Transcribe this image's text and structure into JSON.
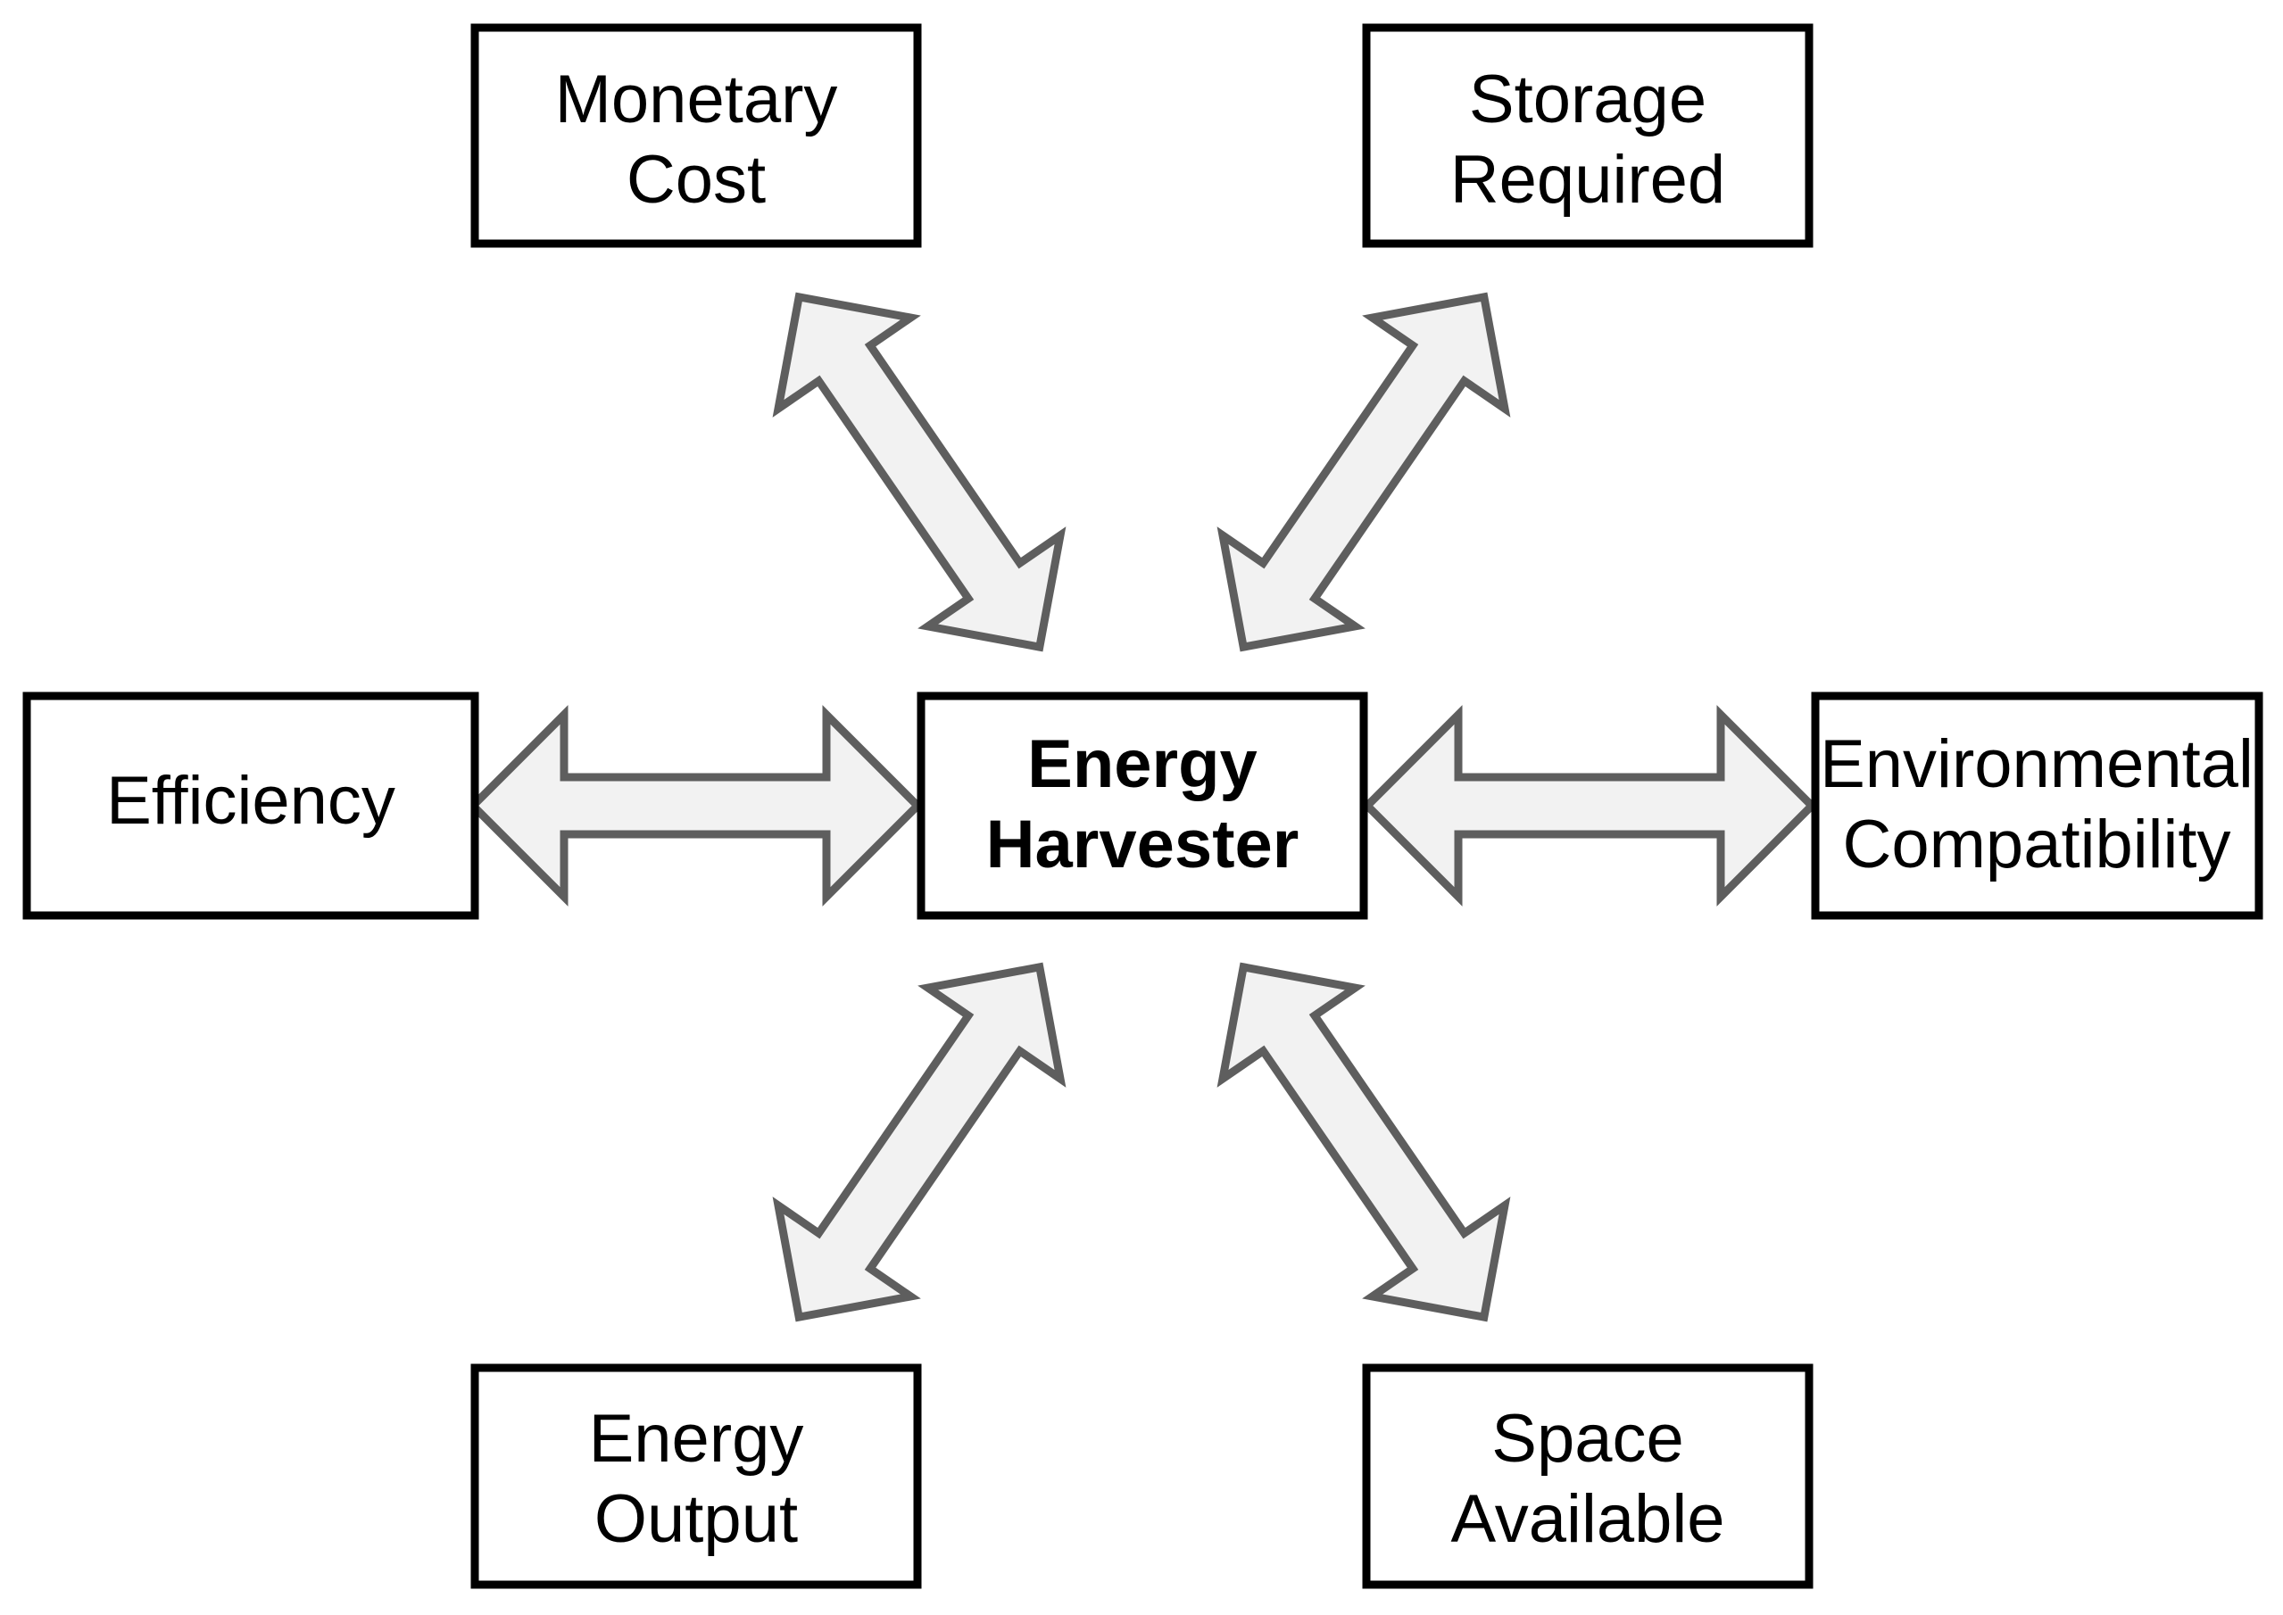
{
  "diagram": {
    "type": "hub-and-spoke-bidirectional",
    "background_color": "#ffffff",
    "box_stroke_color": "#000000",
    "box_fill_color": "#ffffff",
    "arrow_fill_color": "#f2f2f2",
    "arrow_stroke_color": "#5e5e5e",
    "text_color": "#000000",
    "center": {
      "label_line1": "Energy",
      "label_line2": "Harvester",
      "bold": true
    },
    "nodes": [
      {
        "id": "monetary-cost",
        "position": "top-left",
        "label_line1": "Monetary",
        "label_line2": "Cost"
      },
      {
        "id": "storage-required",
        "position": "top-right",
        "label_line1": "Storage",
        "label_line2": "Required"
      },
      {
        "id": "efficiency",
        "position": "left",
        "label_line1": "Efficiency",
        "label_line2": ""
      },
      {
        "id": "environmental-compatibility",
        "position": "right",
        "label_line1": "Environmental",
        "label_line2": "Compatibility"
      },
      {
        "id": "energy-output",
        "position": "bottom-left",
        "label_line1": "Energy",
        "label_line2": "Output"
      },
      {
        "id": "space-available",
        "position": "bottom-right",
        "label_line1": "Space",
        "label_line2": "Available"
      }
    ],
    "connectors": [
      {
        "id": "connector-monetary-cost",
        "from": "energy-harvester",
        "to": "monetary-cost",
        "style": "double-headed"
      },
      {
        "id": "connector-storage-required",
        "from": "energy-harvester",
        "to": "storage-required",
        "style": "double-headed"
      },
      {
        "id": "connector-efficiency",
        "from": "energy-harvester",
        "to": "efficiency",
        "style": "double-headed"
      },
      {
        "id": "connector-environmental-compatibility",
        "from": "energy-harvester",
        "to": "environmental-compatibility",
        "style": "double-headed"
      },
      {
        "id": "connector-energy-output",
        "from": "energy-harvester",
        "to": "energy-output",
        "style": "double-headed"
      },
      {
        "id": "connector-space-available",
        "from": "energy-harvester",
        "to": "space-available",
        "style": "double-headed"
      }
    ]
  }
}
